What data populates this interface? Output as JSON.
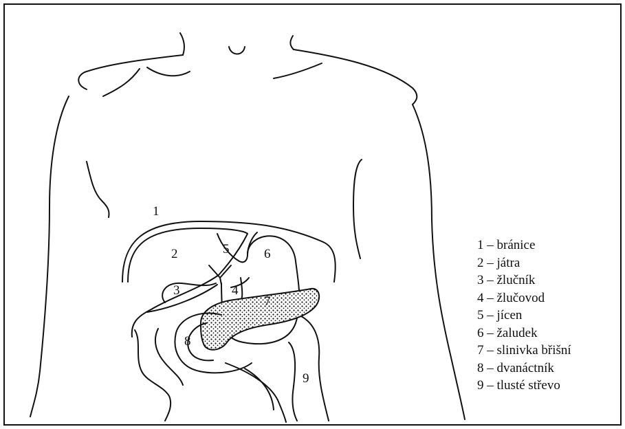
{
  "labels": {
    "n1": "1",
    "n2": "2",
    "n3": "3",
    "n4": "4",
    "n5": "5",
    "n6": "6",
    "n7": "7",
    "n8": "8",
    "n9": "9"
  },
  "legend": [
    "1 – bránice",
    "2 – játra",
    "3 – žlučník",
    "4 – žlučovod",
    "5 – jícen",
    "6 – žaludek",
    "7 – slinivka břišní",
    "8 – dvanáctník",
    "9 – tlusté střevo"
  ]
}
